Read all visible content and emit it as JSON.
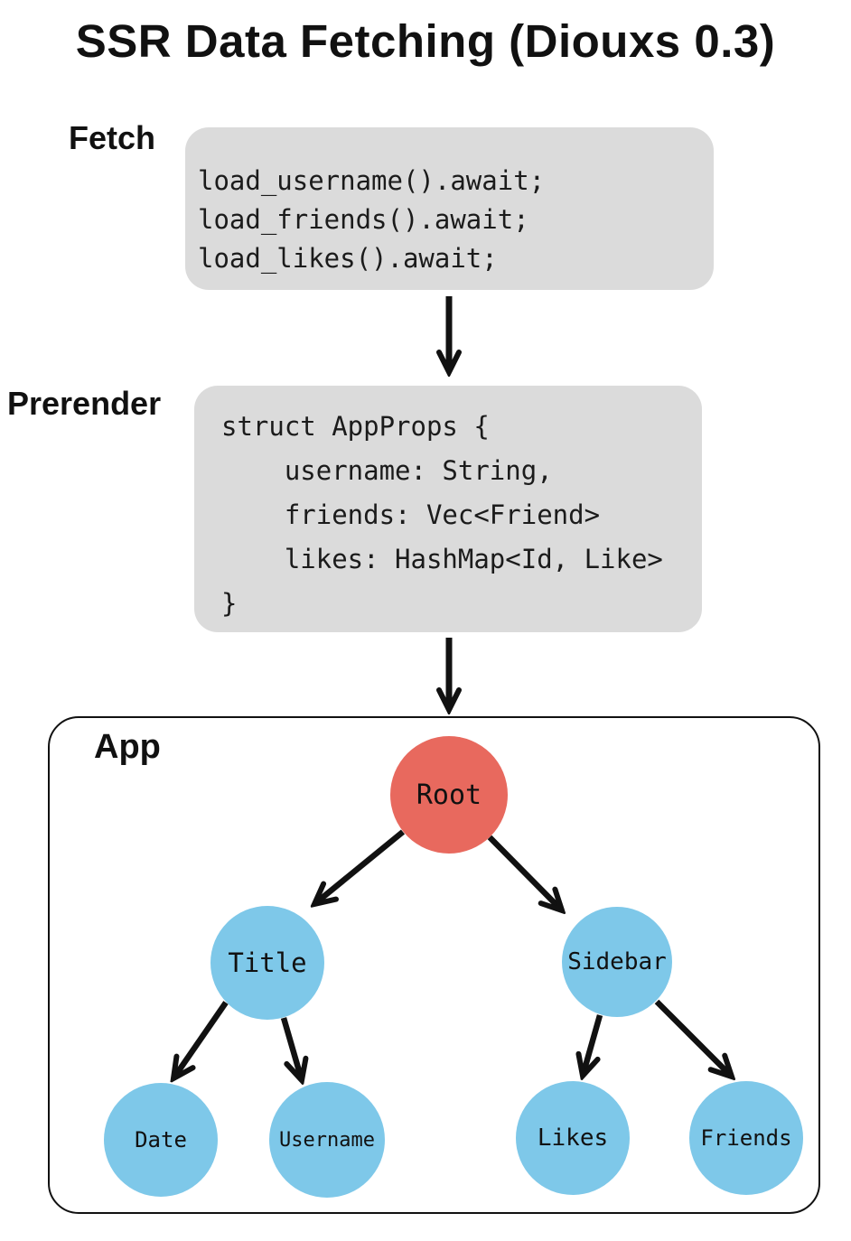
{
  "title": "SSR Data Fetching (Diouxs 0.3)",
  "colors": {
    "background": "#ffffff",
    "code_box_bg": "#dbdbdb",
    "root_node": "#e8695e",
    "child_node": "#7ec8e9",
    "arrow": "#111111",
    "app_border": "#111111",
    "text": "#111111"
  },
  "fetch": {
    "label": "Fetch",
    "code_lines": [
      "load_username().await;",
      "load_friends().await;",
      "load_likes().await;"
    ]
  },
  "prerender": {
    "label": "Prerender",
    "code_lines": [
      "struct AppProps {",
      "    username: String,",
      "    friends: Vec<Friend>",
      "    likes: HashMap<Id, Like>",
      "}"
    ]
  },
  "app": {
    "label": "App",
    "tree": {
      "nodes": {
        "root": {
          "label": "Root",
          "color": "#e8695e"
        },
        "title": {
          "label": "Title",
          "color": "#7ec8e9"
        },
        "sidebar": {
          "label": "Sidebar",
          "color": "#7ec8e9"
        },
        "date": {
          "label": "Date",
          "color": "#7ec8e9"
        },
        "username": {
          "label": "Username",
          "color": "#7ec8e9"
        },
        "likes": {
          "label": "Likes",
          "color": "#7ec8e9"
        },
        "friends": {
          "label": "Friends",
          "color": "#7ec8e9"
        }
      },
      "edges": [
        {
          "from": "Root",
          "to": "Title"
        },
        {
          "from": "Root",
          "to": "Sidebar"
        },
        {
          "from": "Title",
          "to": "Date"
        },
        {
          "from": "Title",
          "to": "Username"
        },
        {
          "from": "Sidebar",
          "to": "Likes"
        },
        {
          "from": "Sidebar",
          "to": "Friends"
        }
      ]
    }
  },
  "flow": [
    {
      "from": "Fetch",
      "to": "Prerender"
    },
    {
      "from": "Prerender",
      "to": "App"
    }
  ]
}
